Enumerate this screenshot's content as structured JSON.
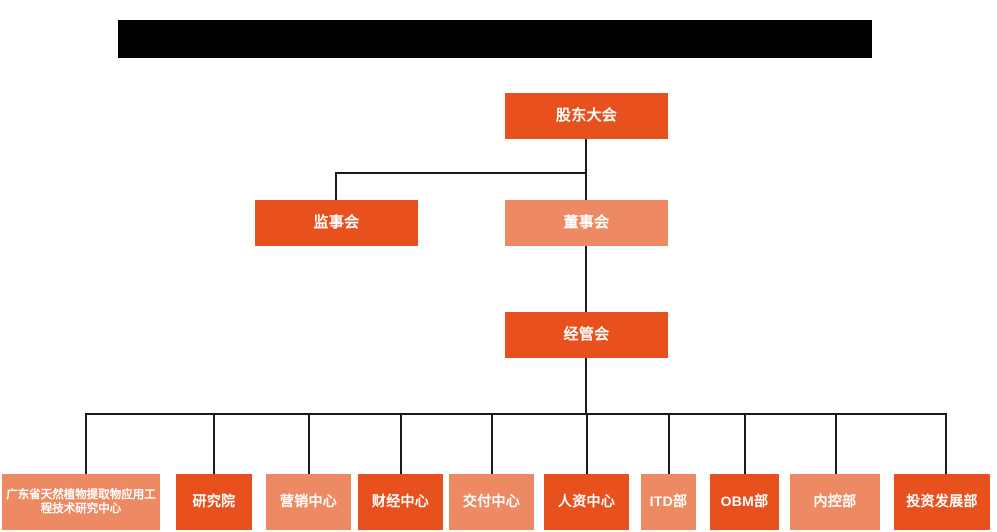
{
  "document": {
    "title": "组织架构图",
    "background_color": "#ffffff"
  },
  "header_bar": {
    "name": "redacted-title-bar",
    "label": "",
    "color": "#000000"
  },
  "palette": {
    "primary_orange": "#E8511E",
    "light_orange": "#EE8A63",
    "connector": "#1a1a1a",
    "text": "#ffffff"
  },
  "chart_data": {
    "type": "diagram",
    "subtype": "organization-chart",
    "title": "",
    "levels": [
      {
        "level": 1,
        "nodes": [
          {
            "id": "shareholders",
            "label": "股东大会",
            "color": "#E8511E"
          }
        ]
      },
      {
        "level": 2,
        "nodes": [
          {
            "id": "supervisors",
            "label": "监事会",
            "color": "#E8511E"
          },
          {
            "id": "directors",
            "label": "董事会",
            "color": "#EE8A63"
          }
        ]
      },
      {
        "level": 3,
        "nodes": [
          {
            "id": "management",
            "label": "经管会",
            "color": "#E8511E"
          }
        ]
      },
      {
        "level": 4,
        "nodes": [
          {
            "id": "gd-research-center",
            "label": "广东省天然植物提取物应用工程技术研究中心",
            "color": "#EE8A63"
          },
          {
            "id": "research-institute",
            "label": "研究院",
            "color": "#E8511E"
          },
          {
            "id": "marketing-center",
            "label": "营销中心",
            "color": "#EE8A63"
          },
          {
            "id": "finance-center",
            "label": "财经中心",
            "color": "#E8511E"
          },
          {
            "id": "delivery-center",
            "label": "交付中心",
            "color": "#EE8A63"
          },
          {
            "id": "hr-center",
            "label": "人资中心",
            "color": "#E8511E"
          },
          {
            "id": "itd-dept",
            "label": "ITD部",
            "color": "#EE8A63"
          },
          {
            "id": "obm-dept",
            "label": "OBM部",
            "color": "#E8511E"
          },
          {
            "id": "internal-control-dept",
            "label": "内控部",
            "color": "#EE8A63"
          },
          {
            "id": "investment-dev-dept",
            "label": "投资发展部",
            "color": "#E8511E"
          }
        ]
      }
    ],
    "edges": [
      {
        "from": "shareholders",
        "to": "supervisors"
      },
      {
        "from": "shareholders",
        "to": "directors"
      },
      {
        "from": "directors",
        "to": "management"
      },
      {
        "from": "management",
        "to": "gd-research-center"
      },
      {
        "from": "management",
        "to": "research-institute"
      },
      {
        "from": "management",
        "to": "marketing-center"
      },
      {
        "from": "management",
        "to": "finance-center"
      },
      {
        "from": "management",
        "to": "delivery-center"
      },
      {
        "from": "management",
        "to": "hr-center"
      },
      {
        "from": "management",
        "to": "itd-dept"
      },
      {
        "from": "management",
        "to": "obm-dept"
      },
      {
        "from": "management",
        "to": "internal-control-dept"
      },
      {
        "from": "management",
        "to": "investment-dev-dept"
      }
    ]
  }
}
